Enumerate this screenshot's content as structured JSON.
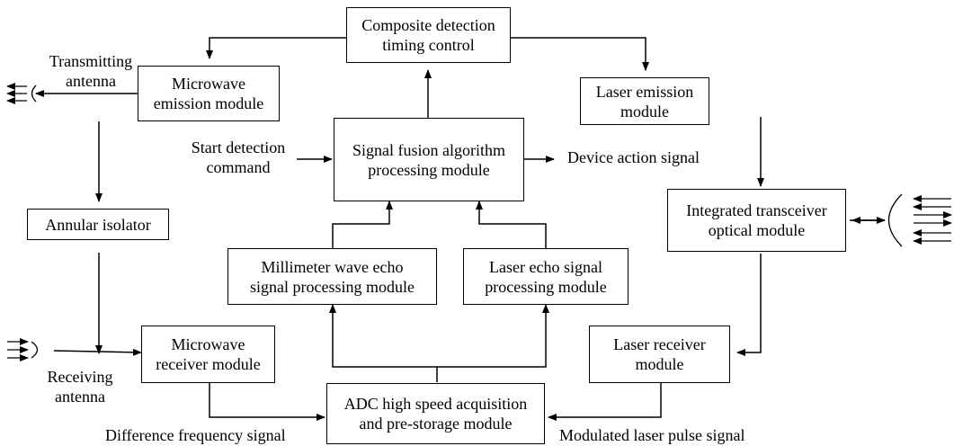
{
  "diagram": {
    "boxes": {
      "timing": [
        "Composite detection",
        "timing control"
      ],
      "microwave_emission": [
        "Microwave",
        "emission module"
      ],
      "laser_emission": [
        "Laser emission",
        "module"
      ],
      "fusion": [
        "Signal fusion algorithm",
        "processing module"
      ],
      "isolator": [
        "Annular isolator"
      ],
      "transceiver": [
        "Integrated transceiver",
        "optical module"
      ],
      "mmwave_echo": [
        "Millimeter wave echo",
        "signal processing module"
      ],
      "laser_echo": [
        "Laser echo signal",
        "processing module"
      ],
      "microwave_receiver": [
        "Microwave",
        "receiver module"
      ],
      "laser_receiver": [
        "Laser receiver",
        "module"
      ],
      "adc": [
        "ADC high speed acquisition",
        "and pre-storage module"
      ]
    },
    "labels": {
      "transmitting_antenna": [
        "Transmitting",
        "antenna"
      ],
      "start_command": [
        "Start detection",
        "command"
      ],
      "device_action": "Device action signal",
      "receiving_antenna": [
        "Receiving",
        "antenna"
      ],
      "difference_frequency": "Difference frequency signal",
      "modulated_laser": "Modulated laser pulse signal"
    }
  }
}
